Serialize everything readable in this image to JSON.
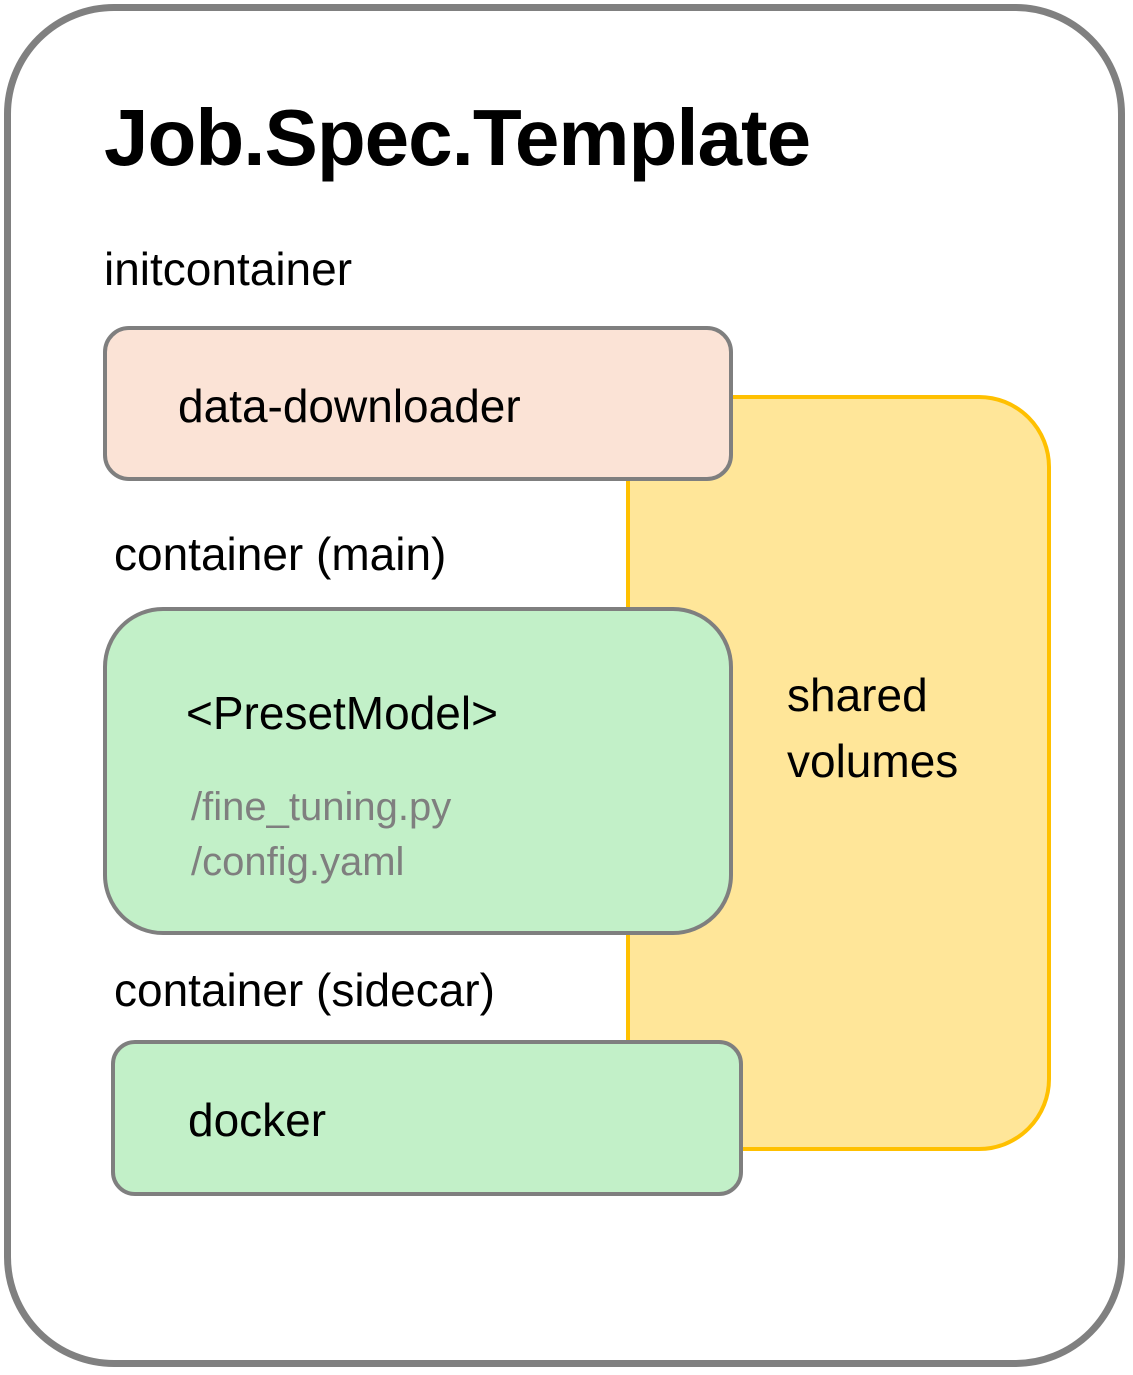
{
  "title": "Job.Spec.Template",
  "sections": {
    "init_label": "initcontainer",
    "main_label": "container (main)",
    "sidecar_label": "container (sidecar)"
  },
  "boxes": {
    "init": {
      "label": "data-downloader"
    },
    "main": {
      "label": "<PresetModel>",
      "files": [
        "/fine_tuning.py",
        "/config.yaml"
      ]
    },
    "sidecar": {
      "label": "docker"
    }
  },
  "shared_volumes": {
    "line1": "shared",
    "line2": "volumes"
  },
  "colors": {
    "frame_border": "#808080",
    "init_fill": "#fbe3d6",
    "container_fill": "#c2f0c8",
    "box_border": "#7f7f7f",
    "shared_fill": "#ffe699",
    "shared_border": "#ffc000",
    "file_text": "#7f7f7f"
  }
}
